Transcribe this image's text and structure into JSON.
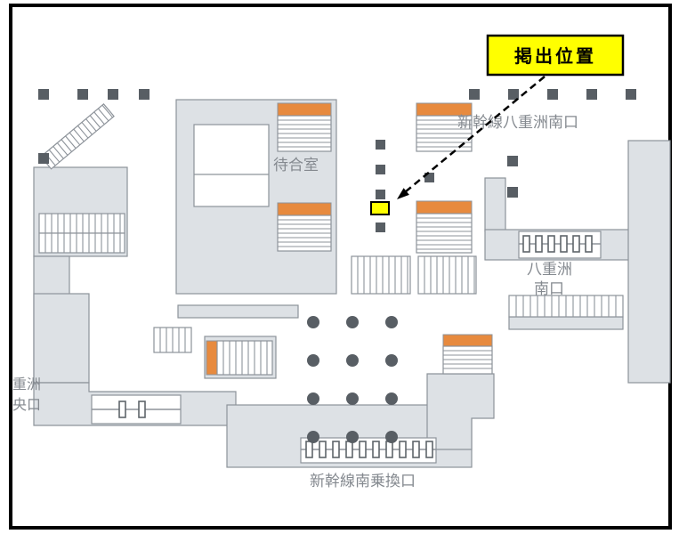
{
  "callout": {
    "label": "掲出位置"
  },
  "labels": {
    "shinkansen_yaesu_south_gate": "新幹線八重洲南口",
    "waiting_room": "待合室",
    "yaesu_south_line1": "八重洲",
    "yaesu_south_line2": "南口",
    "shinkansen_south_transfer_gate": "新幹線南乗換口",
    "yaesu_central_line1": "重洲",
    "yaesu_central_line2": "央口"
  },
  "colors": {
    "floor": "#dde1e5",
    "outline": "#8d939a",
    "pillar": "#585e64",
    "orange": "#e78a3e",
    "highlight": "#ffff00",
    "callout_border": "#000000",
    "callout_text": "#000000",
    "label": "#84898f",
    "frame": "#000000"
  }
}
